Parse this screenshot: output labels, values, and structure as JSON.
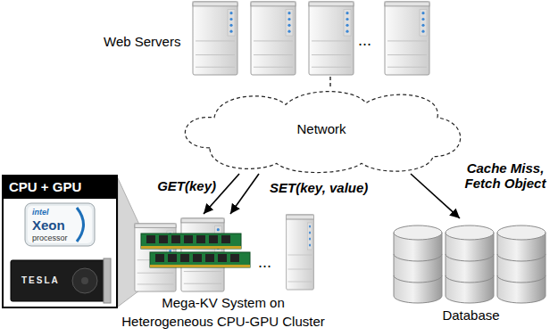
{
  "diagram": {
    "nodes": [
      {
        "text": [
          "Web Servers"
        ]
      },
      {
        "text": [
          "Network"
        ]
      },
      {
        "text": [
          "CPU + GPU"
        ]
      },
      {
        "text": [
          "Mega-KV System on Heterogeneous CPU-GPU Cluster"
        ]
      },
      {
        "text": [
          "Database"
        ]
      }
    ],
    "edges": [
      {
        "from": 0,
        "to": 1,
        "arrow": "none"
      },
      {
        "from": 1,
        "to": 3,
        "label": "GET(key)",
        "arrow": "to"
      },
      {
        "from": 1,
        "to": 3,
        "label": "SET(key, value)",
        "arrow": "to"
      },
      {
        "from": 1,
        "to": 4,
        "label": "Cache Miss, Fetch Object",
        "arrow": "to"
      }
    ],
    "labels": [
      "...",
      "...",
      "intel",
      "Xeon",
      "processor",
      "TESLA"
    ]
  }
}
